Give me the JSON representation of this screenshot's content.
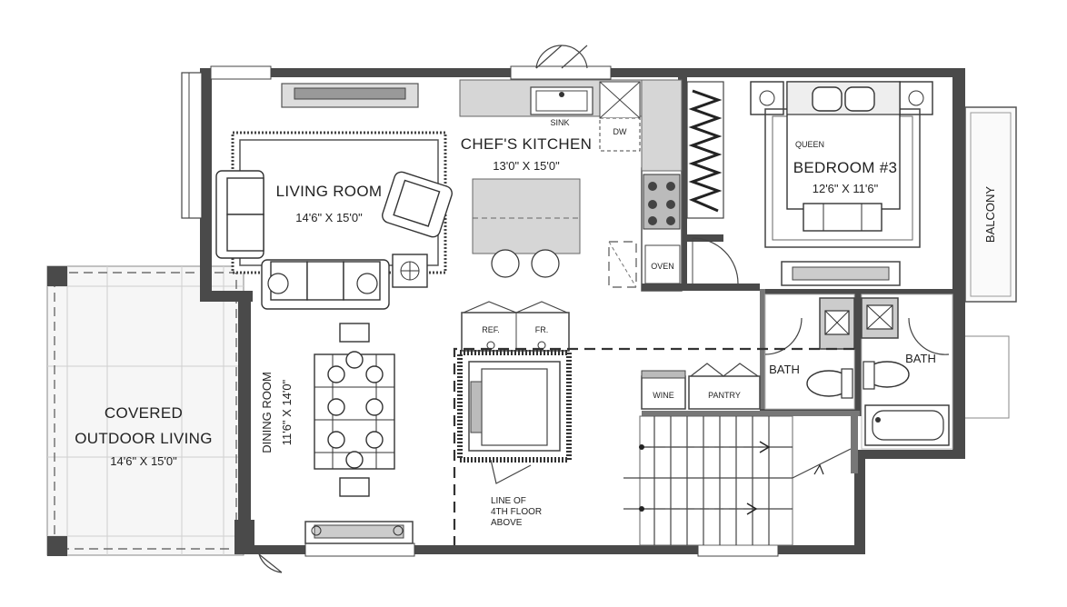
{
  "rooms": {
    "living": {
      "name": "LIVING ROOM",
      "dims": "14'6\" X 15'0\""
    },
    "kitchen": {
      "name": "CHEF'S KITCHEN",
      "dims": "13'0\" X 15'0\""
    },
    "bedroom": {
      "name": "BEDROOM #3",
      "dims": "12'6\" X 11'6\""
    },
    "dining": {
      "name": "DINING ROOM",
      "dims": "11'6\" X 14'0\""
    },
    "outdoor": {
      "name_line1": "COVERED",
      "name_line2": "OUTDOOR LIVING",
      "dims": "14'6\" X 15'0\""
    },
    "balcony": {
      "name": "BALCONY"
    },
    "bath1": {
      "name": "BATH"
    },
    "bath2": {
      "name": "BATH"
    }
  },
  "fixtures": {
    "sink": "SINK",
    "dw": "DW",
    "oven": "OVEN",
    "queen": "QUEEN",
    "ref": "REF.",
    "fr": "FR.",
    "wine": "WINE",
    "pantry": "PANTRY"
  },
  "notes": {
    "line1": "LINE OF",
    "line2": "4TH FLOOR",
    "line3": "ABOVE"
  }
}
